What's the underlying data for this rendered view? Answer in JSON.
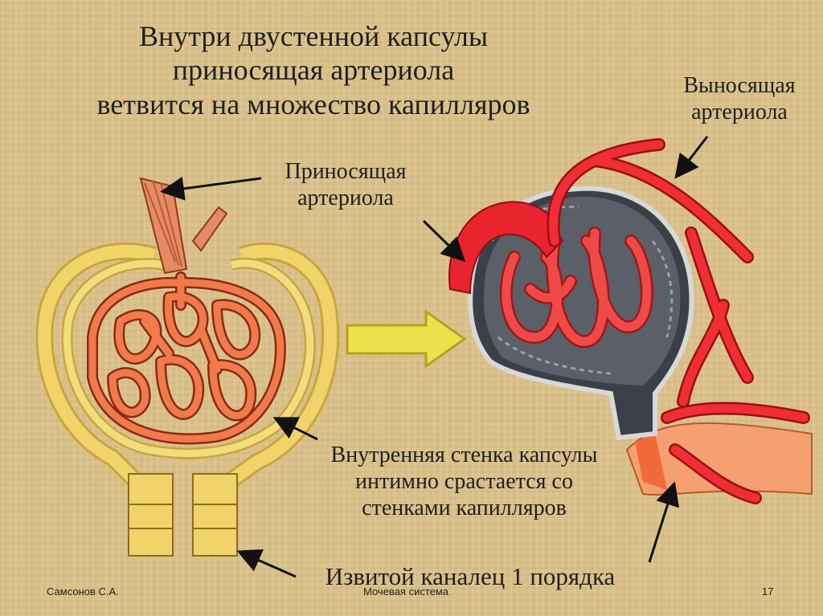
{
  "slide": {
    "title_lines": [
      "Внутри двустенной капсулы",
      "приносящая артериола",
      "ветвится на множество капилляров"
    ],
    "labels": {
      "efferent": [
        "Выносящая",
        "артериола"
      ],
      "afferent": [
        "Приносящая",
        "артериола"
      ],
      "inner_wall": [
        "Внутренняя стенка капсулы",
        "интимно срастается со",
        "стенками капилляров"
      ],
      "tubule": "Извитой каналец 1 порядка"
    },
    "footer": {
      "author": "Самсонов С.А.",
      "topic": "Мочевая система",
      "page": "17"
    }
  },
  "colors": {
    "background": "#d9c08a",
    "capillary": "#e8603a",
    "capsule": "#e8c860",
    "vessel_red": "#e8242e",
    "arrow_fill": "#ece14a"
  }
}
